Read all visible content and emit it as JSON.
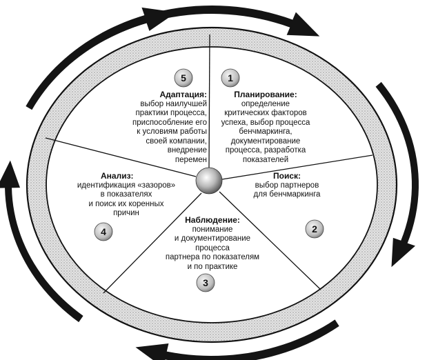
{
  "colors": {
    "arrow": "#141414",
    "ring": "#cfcfcf",
    "outline": "#111111",
    "inner": "#ffffff"
  },
  "stages": [
    {
      "number": "1",
      "title": "Планирование:",
      "body": "определение\nкритических факторов\nуспеха, выбор процесса\nбенчмаркинга,\nдокументирование\nпроцесса, разработка\nпоказателей"
    },
    {
      "number": "2",
      "title": "Поиск:",
      "body": "выбор партнеров\nдля бенчмаркинга"
    },
    {
      "number": "3",
      "title": "Наблюдение:",
      "body": "понимание\nи документирование\nпроцесса\nпартнера по показателям\nи по практике"
    },
    {
      "number": "4",
      "title": "Анализ:",
      "body": "идентификация «зазоров»\nв показателях\nи поиск их коренных\nпричин"
    },
    {
      "number": "5",
      "title": "Адаптация:",
      "body": "выбор наилучшей\nпрактики процесса,\nприспособление его\nк условиям работы\nсвоей компании,\nвнедрение\nперемен"
    }
  ]
}
